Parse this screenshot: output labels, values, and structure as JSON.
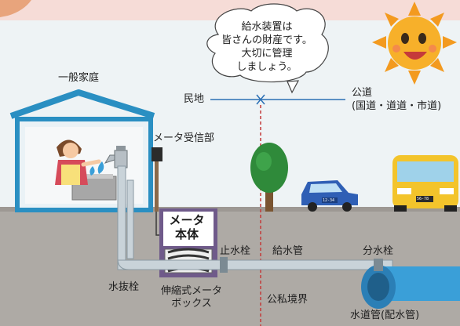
{
  "bubble": {
    "lines": [
      "給水装置は",
      "皆さんの財産です。",
      "大切に管理",
      "しましょう。"
    ]
  },
  "labels": {
    "house": "一般家庭",
    "private_land": "民地",
    "public_road": "公道",
    "public_road_types": "(国道・道道・市道)",
    "meter_receiver": "メータ受信部",
    "meter_body_line1": "メータ",
    "meter_body_line2": "本体",
    "stop_valve": "止水栓",
    "service_pipe": "給水管",
    "branch_valve": "分水栓",
    "drain_valve": "水抜栓",
    "meter_box_line1": "伸縮式メータ",
    "meter_box_line2": "ボックス",
    "boundary": "公私境界",
    "main_pipe": "水道管(配水管)"
  },
  "plates": {
    "car": "12-34",
    "bus": "56-78"
  },
  "colors": {
    "sky": "#eef3f5",
    "ground": "#aeaaa5",
    "pipe": "#c9d3d9",
    "main_pipe": "#3a9fd8",
    "house_outline": "#2a8fc2",
    "car": "#2f5fb5",
    "bus": "#f3c42b",
    "tree": "#2f8a3a",
    "sun": "#f39a1f",
    "meter_box": "#6f5a8a"
  }
}
